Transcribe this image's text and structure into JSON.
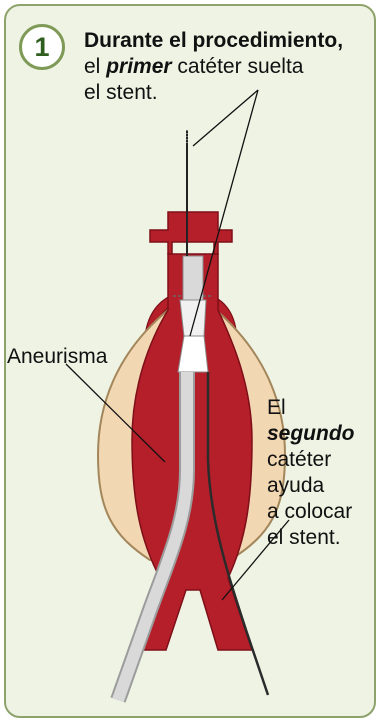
{
  "step": {
    "number": "1"
  },
  "caption_top": {
    "bold_line": "Durante el procedimiento,",
    "line2_prefix": "el",
    "line2_emph": "primer",
    "line2_suffix": "catéter suelta",
    "line3": "el stent."
  },
  "label_left": {
    "text": "Aneurisma"
  },
  "caption_right": {
    "line1_prefix": "El",
    "line1_emph": "segundo",
    "line2": "catéter",
    "line3": "ayuda",
    "line4": "a colocar",
    "line5": "el stent."
  },
  "colors": {
    "panel_bg": "#eef3e4",
    "panel_border": "#8ea36c",
    "badge_border": "#7f9a57",
    "badge_text": "#2f5f1f",
    "vessel": "#b51f2a",
    "vessel_dark": "#7e0f18",
    "aneurysm_sac": "#f2d7b3",
    "catheter": "#d9d9d9"
  },
  "icons": {
    "diagram": "aorta-stent-graft-illustration"
  }
}
